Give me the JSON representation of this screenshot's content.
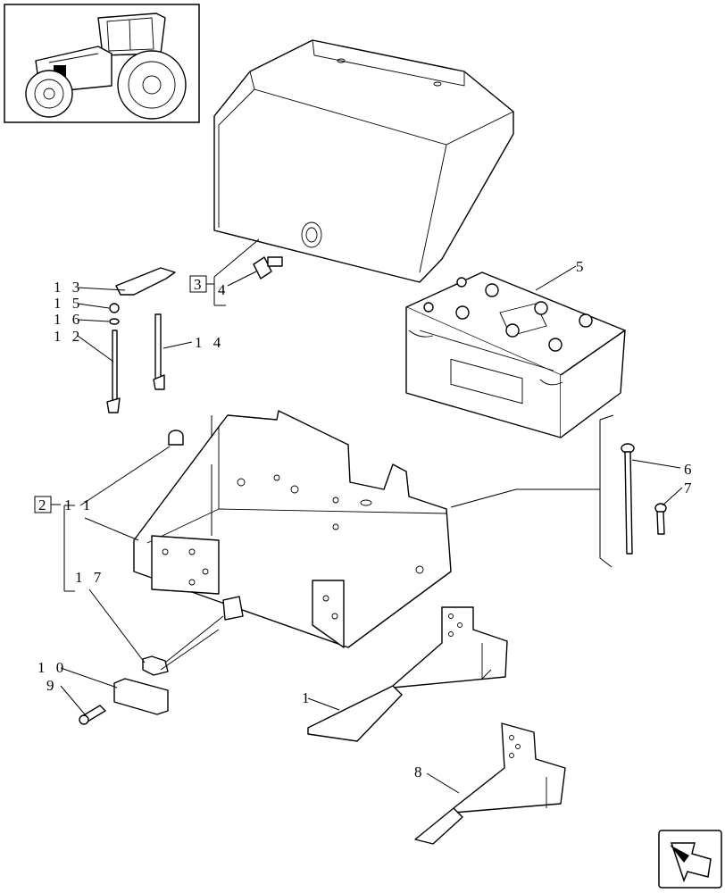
{
  "diagram": {
    "callouts": [
      {
        "id": "c1",
        "text": "1"
      },
      {
        "id": "c2",
        "text": "1 1",
        "box": "2"
      },
      {
        "id": "c3",
        "text": "4",
        "box": "3"
      },
      {
        "id": "c5",
        "text": "5"
      },
      {
        "id": "c6",
        "text": "6"
      },
      {
        "id": "c7",
        "text": "7"
      },
      {
        "id": "c8",
        "text": "8"
      },
      {
        "id": "c9",
        "text": "9"
      },
      {
        "id": "c10",
        "text": "1 0"
      },
      {
        "id": "c12",
        "text": "1 2"
      },
      {
        "id": "c13",
        "text": "1 3"
      },
      {
        "id": "c14",
        "text": "1 4"
      },
      {
        "id": "c15",
        "text": "1 5"
      },
      {
        "id": "c16",
        "text": "1 6"
      },
      {
        "id": "c17",
        "text": "1 7"
      }
    ],
    "icons": {
      "tractor_thumbnail": "tractor-locator-icon",
      "navigation": "next-page-arrow-icon"
    }
  }
}
